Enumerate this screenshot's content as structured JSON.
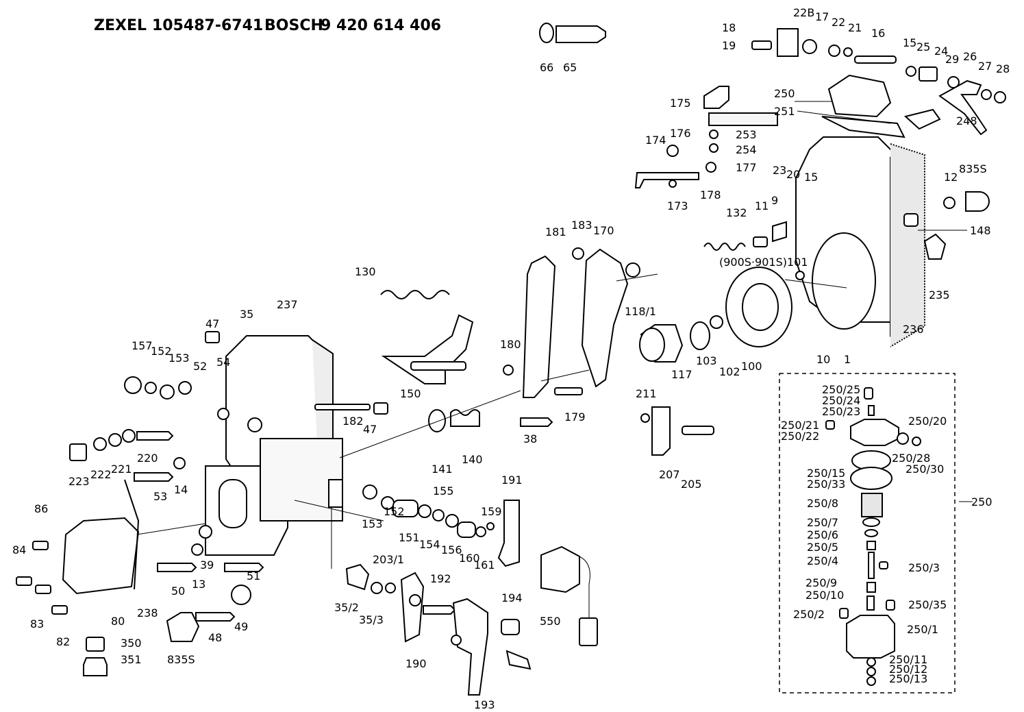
{
  "header": {
    "maker1": "ZEXEL",
    "part1": "105487-6741",
    "maker2": "BOSCH",
    "part2": "9 420 614 406"
  },
  "labels": [
    "66",
    "65",
    "22B",
    "17",
    "22",
    "21",
    "16",
    "18",
    "19",
    "15",
    "25",
    "24",
    "29",
    "26",
    "27",
    "28",
    "250",
    "251",
    "248",
    "175",
    "253",
    "254",
    "176",
    "174",
    "177",
    "178",
    "173",
    "23",
    "20",
    "15",
    "12",
    "835S",
    "148",
    "132",
    "11",
    "9",
    "(900S·901S)101",
    "235",
    "236",
    "10",
    "1",
    "181",
    "183",
    "170",
    "118/1",
    "117",
    "103",
    "102",
    "100",
    "130",
    "237",
    "35",
    "47",
    "157",
    "152",
    "153",
    "52",
    "54",
    "182",
    "47",
    "150",
    "180",
    "179",
    "38",
    "211",
    "207",
    "205",
    "141",
    "140",
    "223",
    "222",
    "221",
    "220",
    "53",
    "14",
    "86",
    "84",
    "83",
    "82",
    "80",
    "238",
    "350",
    "351",
    "50",
    "13",
    "39",
    "51",
    "48",
    "49",
    "835S",
    "153",
    "152",
    "151",
    "154",
    "155",
    "156",
    "160",
    "161",
    "159",
    "191",
    "35/2",
    "35/3",
    "203/1",
    "192",
    "190",
    "193",
    "194",
    "550",
    "250/25",
    "250/24",
    "250/23",
    "250/20",
    "250/21",
    "250/22",
    "250/28",
    "250/30",
    "250/15",
    "250/33",
    "250/8",
    "250/7",
    "250/6",
    "250/5",
    "250/4",
    "250/3",
    "250/9",
    "250/10",
    "250/35",
    "250/2",
    "250/1",
    "250/11",
    "250/12",
    "250/13",
    "250"
  ],
  "icons": {
    "diagram": "exploded-parts-diagram"
  }
}
